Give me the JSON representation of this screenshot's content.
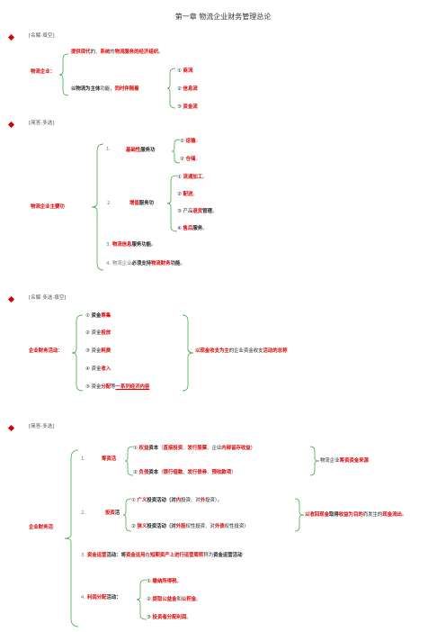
{
  "title": "第一章  物流企业财务管理总论",
  "s1": {
    "qtype": "[名解·填空]",
    "root": "物流企业：",
    "top_a": "提供现代",
    "top_b": "的、",
    "top_c": "系统",
    "top_d": "的",
    "top_e": "物流服务的经济组织",
    "top_f": "。",
    "bot_a": "以物流为主体",
    "bot_b": "功能，",
    "bot_c": "同时伴随着",
    "items": [
      "① ",
      "② ",
      "③ "
    ],
    "item_vals": [
      "商流",
      "信息流",
      "资金流"
    ]
  },
  "s2": {
    "qtype": "[简答·多选]",
    "root": "物流企业主要功",
    "n1": "1.",
    "basic_a": "基础性",
    "basic_b": "服务功",
    "basic_items": [
      "① ",
      "② "
    ],
    "basic_vals": [
      "运输",
      "仓储"
    ],
    "dot": "。",
    "n2": "2.",
    "value_a": "增值",
    "value_b": "服务功",
    "v1_num": "① ",
    "v1_val": "流通加工",
    "v2_num": "② ",
    "v2_val": "配送",
    "v3_num": "③ ",
    "v3_pre": "产品",
    "v3_red": "退货",
    "v3_post": "管理",
    "v4_num": "④ ",
    "v4_val": "售后",
    "v4_post": "服务",
    "f3_a": "3. ",
    "f3_b": "物流信息",
    "f3_c": "服务功能",
    "f4_a": "4. 物流企业",
    "f4_b": "必须支持",
    "f4_c": "物流财务",
    "f4_d": "功能"
  },
  "s3": {
    "qtype": "[名解·多选·填空]",
    "root": "企业财务活动：",
    "i1_num": "① ",
    "i1_pre": "资金",
    "i1_val": "筹集",
    "i2_num": "② ",
    "i2_pre": "资金",
    "i2_val": "投放",
    "i3_num": "③ ",
    "i3_pre": "资金",
    "i3_val": "耗费",
    "i4_num": "④ ",
    "i4_pre": "资金",
    "i4_val": "收入",
    "i5_num": "⑤ ",
    "i5_pre": "资金",
    "i5_val": "分配",
    "i5_mid": "等",
    "i5_post": "一系列经济内容",
    "def_a": "以现金收支为主",
    "def_b": "的企业资金收支",
    "def_c": "活动的总称"
  },
  "s4": {
    "qtype": "[简答·多选]",
    "root": "企业财务活",
    "n1": "1.",
    "fund": "筹资活",
    "f1_num": "① ",
    "f1_a": "权益",
    "f1_b": "资本",
    "f1_c": "（",
    "f1_d": "直接投资",
    "f1_e": "、",
    "f1_f": "发行股票",
    "f1_g": "、企业",
    "f1_h": "内部留存收益",
    "f1_i": "）",
    "f2_num": "② ",
    "f2_a": "负债",
    "f2_b": "资本",
    "f2_c": "（",
    "f2_d": "银行借款",
    "f2_e": "、",
    "f2_f": "发行债券",
    "f2_g": "、",
    "f2_h": "预收款项",
    "f2_i": "）",
    "fund_src_a": "物流企业",
    "fund_src_b": "筹资资金来源",
    "n2": "2.",
    "invest": "投资",
    "invest_b": "活",
    "i1_num": "① ",
    "i1_a": "广义",
    "i1_b": "投资活动（对",
    "i1_c": "内",
    "i1_d": "投资、对",
    "i1_e": "外",
    "i1_f": "投资）。",
    "i2_num": "② ",
    "i2_a": "狭义",
    "i2_b": "投资活动（对",
    "i2_c": "外股",
    "i2_d": "权性投资、对",
    "i2_e": "外债",
    "i2_f": "权性投资）",
    "inv_def_a": "以收回现金",
    "inv_def_b": "取得",
    "inv_def_c": "收益为目的",
    "inv_def_d": "而发生的",
    "inv_def_e": "现金流出",
    "inv_def_f": "。",
    "op_a": "3. ",
    "op_b": "资金运营",
    "op_c": "活动：将",
    "op_d": "资金运用",
    "op_e": "在",
    "op_f": "短期资产上进行运营周转",
    "op_g": "称为",
    "op_h": "资金运营活动",
    "dist_a": "4. ",
    "dist_b": "利润分配",
    "dist_c": "活动：",
    "d1_num": "① ",
    "d1_val": "缴纳所得税",
    "d2_num": "② ",
    "d2_a": "提取公益金",
    "d2_b": "和",
    "d2_c": "公积金",
    "d3_num": "③ ",
    "d3_val": "投资者分配利润",
    "dot": "。"
  }
}
